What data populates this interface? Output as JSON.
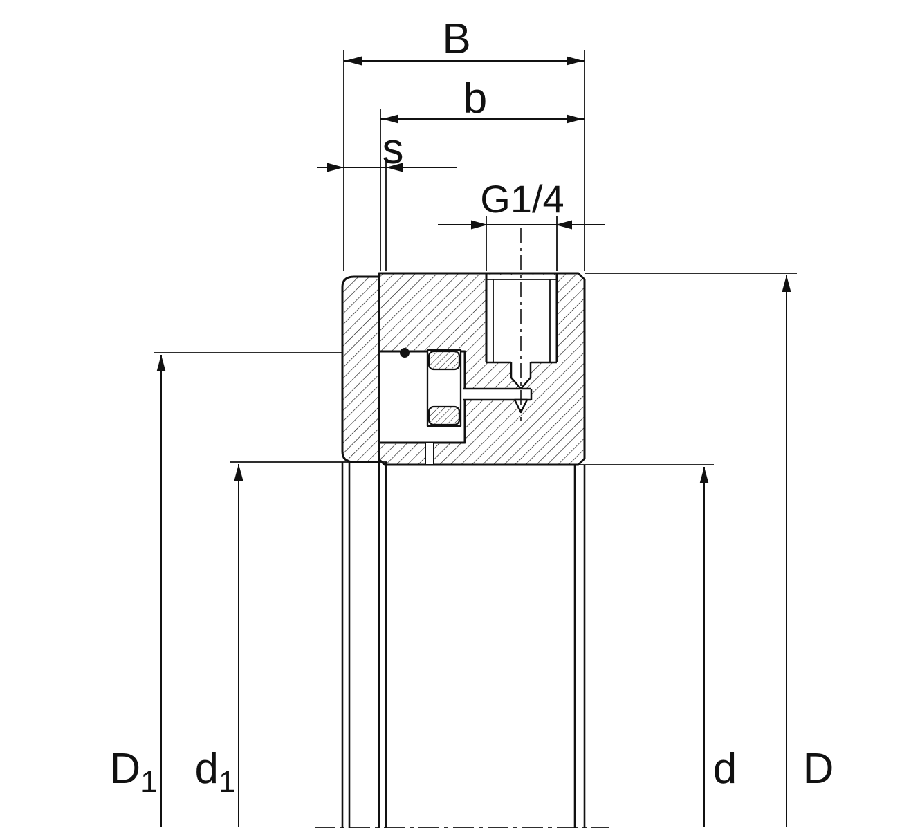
{
  "labels": {
    "overall_width": "B",
    "ring_width": "b",
    "offset_s": "s",
    "port_thread": "G1/4",
    "flange_dia_main": "D",
    "flange_dia_sub": "1",
    "sleeve_bore_main": "d",
    "sleeve_bore_sub": "1",
    "bore_dia": "d",
    "outer_dia": "D"
  },
  "colors": {
    "line": "#111111",
    "background": "#ffffff"
  }
}
